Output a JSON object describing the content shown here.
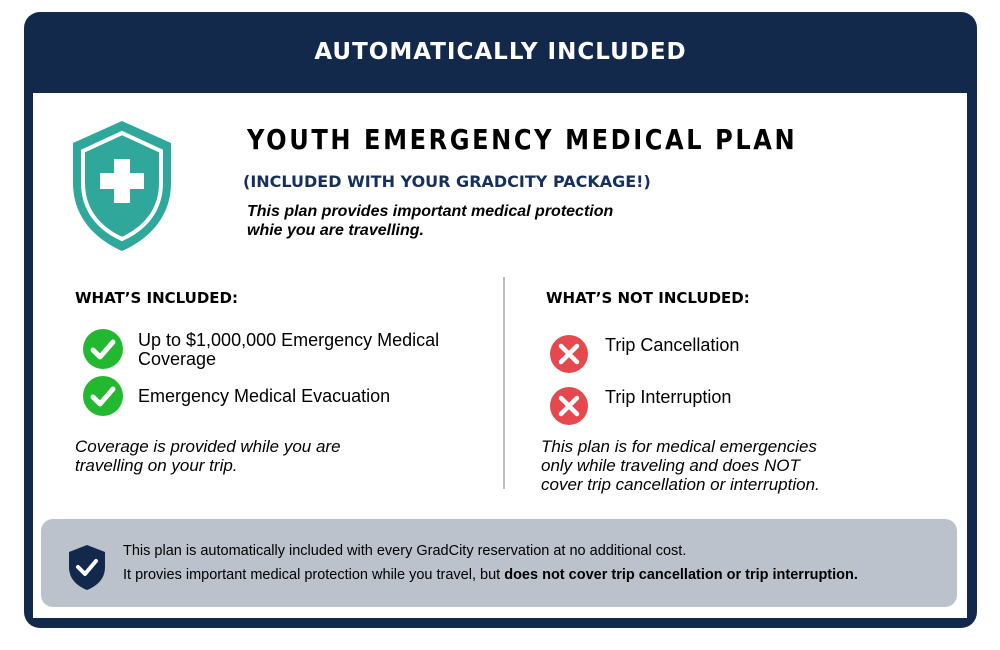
{
  "header": {
    "title": "AUTOMATICALLY INCLUDED"
  },
  "plan": {
    "title": "YOUTH EMERGENCY MEDICAL PLAN",
    "subtitle": "(INCLUDED WITH YOUR GRADCITY PACKAGE!)",
    "description_line1": "This plan provides important medical protection",
    "description_line2": "whie you are travelling.",
    "icon": "medical-shield-icon"
  },
  "included": {
    "heading": "WHAT’S INCLUDED:",
    "items": [
      {
        "line1": "Up to $1,000,000 Emergency Medical",
        "line2": "Coverage",
        "icon": "check-circle-icon"
      },
      {
        "line1": "Emergency Medical Evacuation",
        "line2": "",
        "icon": "check-circle-icon"
      }
    ],
    "note_line1": "Coverage is provided while you are",
    "note_line2": "travelling on your trip."
  },
  "not_included": {
    "heading": "WHAT’S NOT INCLUDED:",
    "items": [
      {
        "label": "Trip Cancellation",
        "icon": "x-circle-icon"
      },
      {
        "label": "Trip Interruption",
        "icon": "x-circle-icon"
      }
    ],
    "note_line1": "This plan is for medical emergencies",
    "note_line2": "only while traveling and does NOT",
    "note_line3": "cover trip cancellation or interruption."
  },
  "footer": {
    "line1": "This plan is automatically included with every GradCity reservation at no additional cost.",
    "line2_regular": "It provies important medical protection while you travel, but ",
    "line2_bold": "does not cover trip cancellation or trip interruption.",
    "icon": "shield-check-icon"
  },
  "colors": {
    "navy": "#13294b",
    "teal": "#2fa79b",
    "check_green": "#22b830",
    "x_red": "#e5484d",
    "footer_bg": "#bcc2cc"
  }
}
